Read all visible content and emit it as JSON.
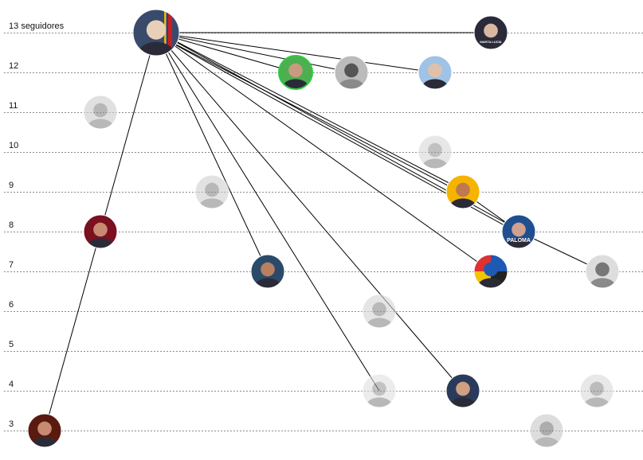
{
  "y_axis": {
    "unit_label": "seguidores",
    "levels": [
      13,
      12,
      11,
      10,
      9,
      8,
      7,
      6,
      5,
      4,
      3
    ]
  },
  "colors": {
    "gridline": "#666666",
    "connector": "#000000",
    "avatar_border_active": "#ffffff",
    "highlight_ring": "#2ecc40"
  },
  "nodes": [
    {
      "id": "n1",
      "level": 13,
      "style": "color",
      "palette": [
        "#3a4a6b",
        "#e8d0b8"
      ],
      "flag": true
    },
    {
      "id": "n2",
      "level": 13,
      "style": "color",
      "palette": [
        "#2a2a3a",
        "#d8b8a0"
      ],
      "badge": "MARTA LUCÍA"
    },
    {
      "id": "n3",
      "level": 12,
      "style": "color",
      "palette": [
        "#4caf50",
        "#c89a80"
      ],
      "ring": true
    },
    {
      "id": "n4",
      "level": 12,
      "style": "gray",
      "palette": [
        "#bbbbbb",
        "#555555"
      ]
    },
    {
      "id": "n5",
      "level": 12,
      "style": "color",
      "palette": [
        "#9fc3e6",
        "#e0c0a8"
      ]
    },
    {
      "id": "n6",
      "level": 11,
      "style": "faded",
      "palette": [
        "#cccccc",
        "#888888"
      ]
    },
    {
      "id": "n7",
      "level": 10,
      "style": "faded",
      "palette": [
        "#d8d8d8",
        "#999999"
      ]
    },
    {
      "id": "n8",
      "level": 9,
      "style": "faded",
      "palette": [
        "#d0d0d0",
        "#8a8a8a"
      ]
    },
    {
      "id": "n9",
      "level": 9,
      "style": "color",
      "palette": [
        "#f4b400",
        "#c07850"
      ]
    },
    {
      "id": "n10",
      "level": 8,
      "style": "color",
      "palette": [
        "#7a1020",
        "#c88a70"
      ]
    },
    {
      "id": "n11",
      "level": 8,
      "style": "color",
      "palette": [
        "#1f4f8f",
        "#d0a090"
      ],
      "badge": "PALOMA"
    },
    {
      "id": "n12",
      "level": 7,
      "style": "color",
      "palette": [
        "#2b4a6a",
        "#b88060"
      ]
    },
    {
      "id": "n13",
      "level": 7,
      "style": "color",
      "palette": [
        "#e03030",
        "#1e5ab4"
      ],
      "quad": [
        "#e03030",
        "#1e5ab4",
        "#f5c400",
        "#222222"
      ]
    },
    {
      "id": "n14",
      "level": 7,
      "style": "gray",
      "palette": [
        "#dddddd",
        "#777777"
      ]
    },
    {
      "id": "n15",
      "level": 6,
      "style": "faded",
      "palette": [
        "#d4d4d4",
        "#8c8c8c"
      ]
    },
    {
      "id": "n16",
      "level": 4,
      "style": "faded",
      "palette": [
        "#e0e0e0",
        "#9a9a9a"
      ]
    },
    {
      "id": "n17",
      "level": 4,
      "style": "color",
      "palette": [
        "#2a3a5a",
        "#d0a080"
      ]
    },
    {
      "id": "n18",
      "level": 4,
      "style": "faded",
      "palette": [
        "#dadada",
        "#909090"
      ]
    },
    {
      "id": "n19",
      "level": 3.05,
      "style": "faded",
      "palette": [
        "#c8c8c8",
        "#777777"
      ]
    },
    {
      "id": "n20",
      "level": 3,
      "style": "color",
      "palette": [
        "#5a1a10",
        "#c88a70"
      ]
    }
  ],
  "edges": [
    [
      "n1",
      "n2"
    ],
    [
      "n1",
      "n3"
    ],
    [
      "n1",
      "n4"
    ],
    [
      "n1",
      "n5"
    ],
    [
      "n1",
      "n9"
    ],
    [
      "n1",
      "n11"
    ],
    [
      "n1",
      "n10"
    ],
    [
      "n1",
      "n12"
    ],
    [
      "n1",
      "n13"
    ],
    [
      "n1",
      "n16"
    ],
    [
      "n1",
      "n17"
    ],
    [
      "n9",
      "n11"
    ],
    [
      "n11",
      "n14"
    ],
    [
      "n10",
      "n20"
    ]
  ]
}
